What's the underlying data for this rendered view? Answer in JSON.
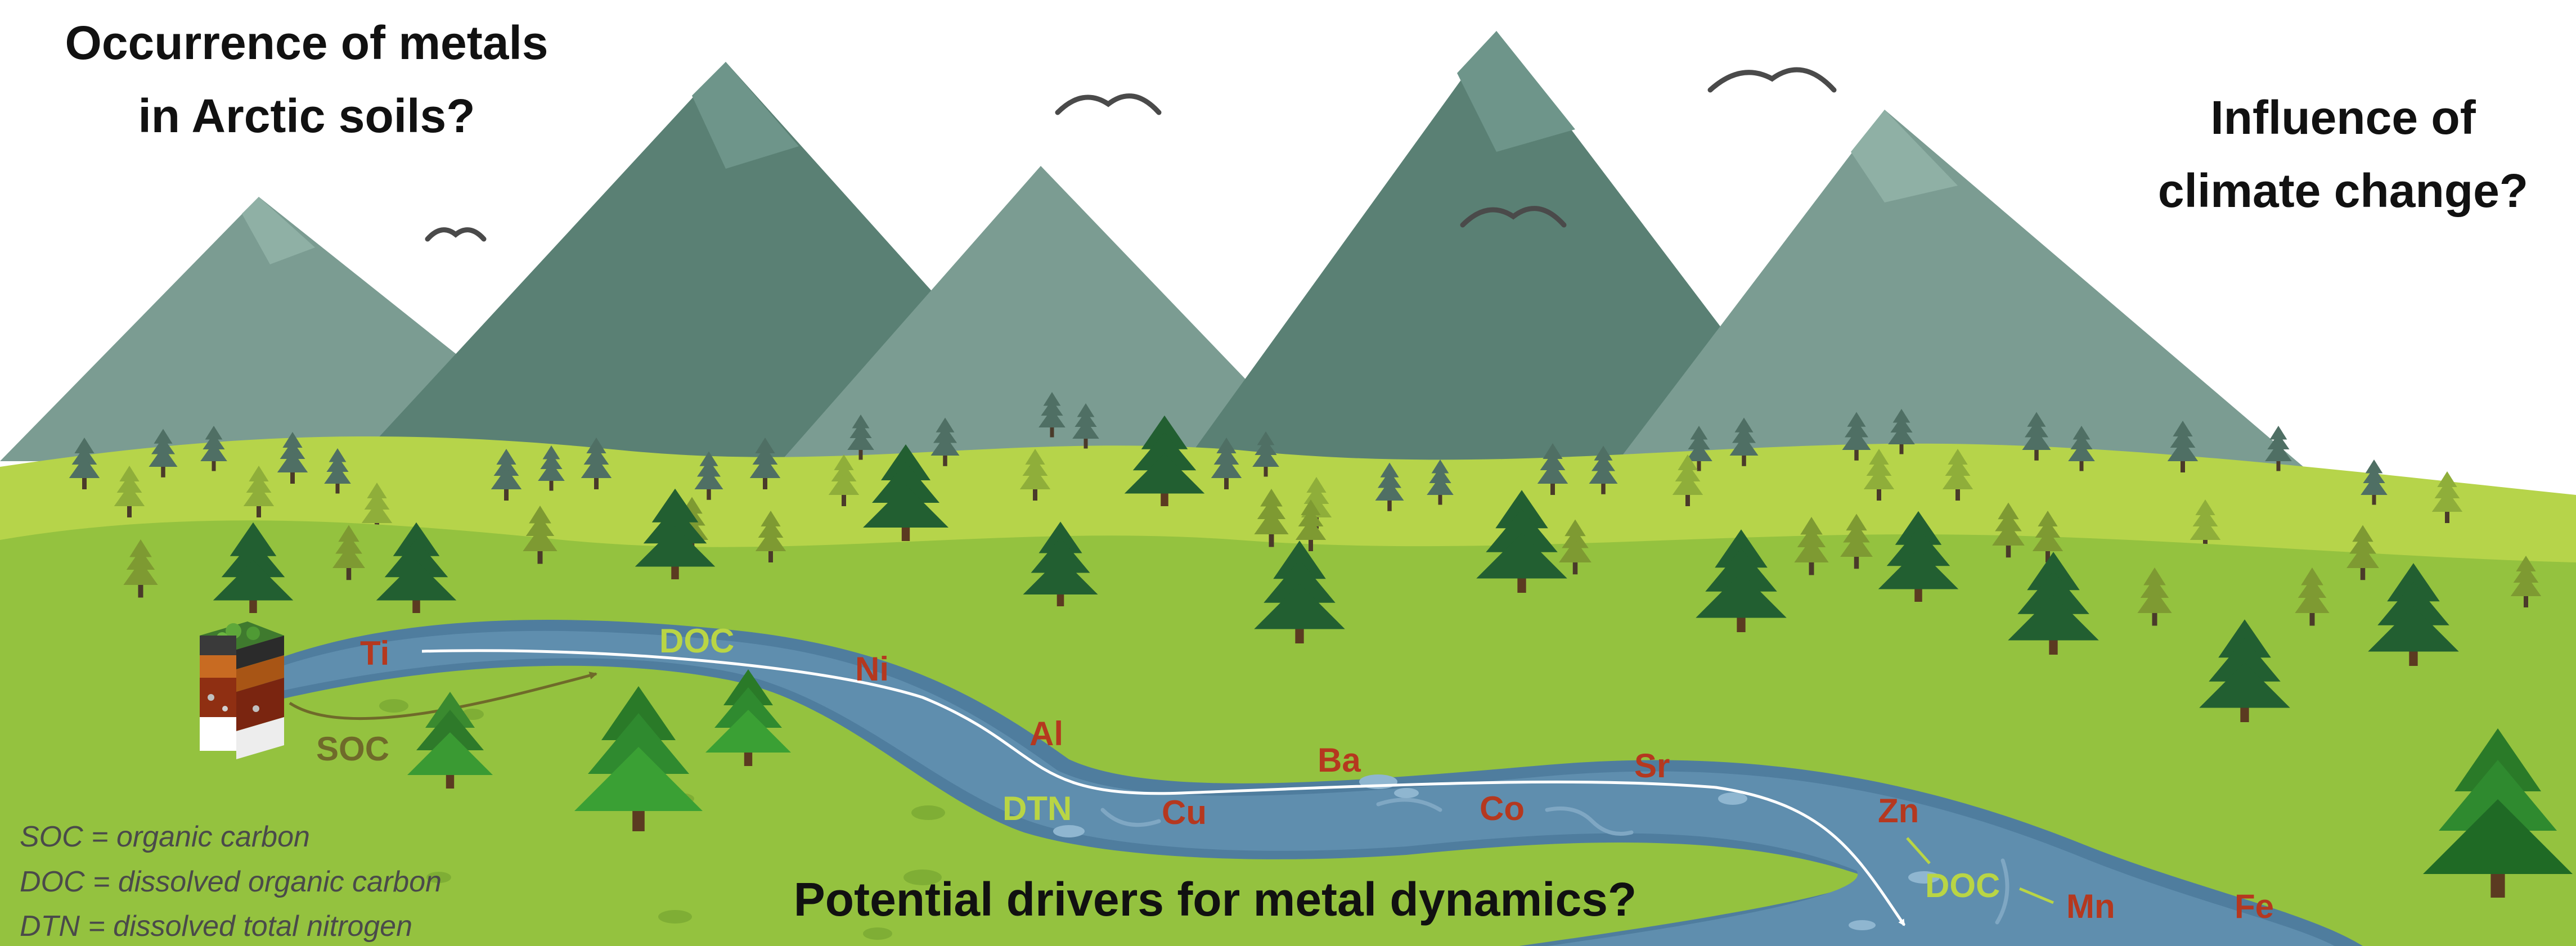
{
  "titles": {
    "top_left_line1": "Occurrence of metals",
    "top_left_line2": "in Arctic soils?",
    "top_right_line1": "Influence of",
    "top_right_line2": "climate change?",
    "bottom_center": "Potential drivers for metal dynamics?"
  },
  "legend": {
    "soc": "SOC = organic carbon",
    "doc": "DOC = dissolved organic carbon",
    "dtn": "DTN = dissolved total nitrogen"
  },
  "metals": {
    "ti": "Ti",
    "ni": "Ni",
    "al": "Al",
    "cu": "Cu",
    "ba": "Ba",
    "co": "Co",
    "sr": "Sr",
    "zn": "Zn",
    "mn": "Mn",
    "fe": "Fe"
  },
  "drivers": {
    "soc": "SOC",
    "doc_upstream": "DOC",
    "dtn": "DTN",
    "doc_downstream": "DOC"
  },
  "colors": {
    "metal_red": "#b5381f",
    "driver_green": "#b9d545",
    "soc_olive": "#6f6a2a",
    "river": "#5f8eae",
    "river_dark": "#4f7d9e",
    "grass": "#94c23f",
    "grass_light": "#b6d44a",
    "mountain_dark": "#5a8074",
    "mountain_light": "#7b9c92",
    "tree_dark": "#225f31",
    "tree_mid": "#2f8a3a"
  },
  "icons": [
    "soil-core-icon",
    "bird-icon",
    "pine-tree-icon",
    "mountain-icon",
    "river-icon",
    "flow-arrow-icon"
  ]
}
